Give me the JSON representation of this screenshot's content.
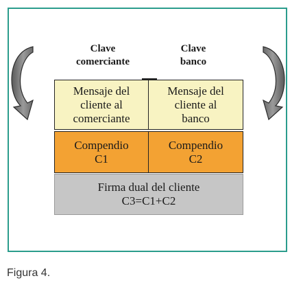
{
  "keys": {
    "merchant": "Clave\ncomerciante",
    "bank": "Clave\nbanco"
  },
  "messages": {
    "merchant": "Mensaje del\ncliente al\ncomerciante",
    "bank": "Mensaje del\ncliente al\nbanco"
  },
  "digests": {
    "c1": "Compendio\nC1",
    "c2": "Compendio\nC2"
  },
  "signature": "Firma dual del cliente\nC3=C1+C2",
  "caption": "Figura 4.",
  "colors": {
    "frame": "#2a9c8c",
    "message_fill": "#f8f3c2",
    "digest_fill": "#f3a233",
    "signature_fill": "#c6c6c6",
    "arrow_fill": "#707070"
  },
  "icons": [
    "curved-arrow-left-icon",
    "curved-arrow-right-icon"
  ]
}
